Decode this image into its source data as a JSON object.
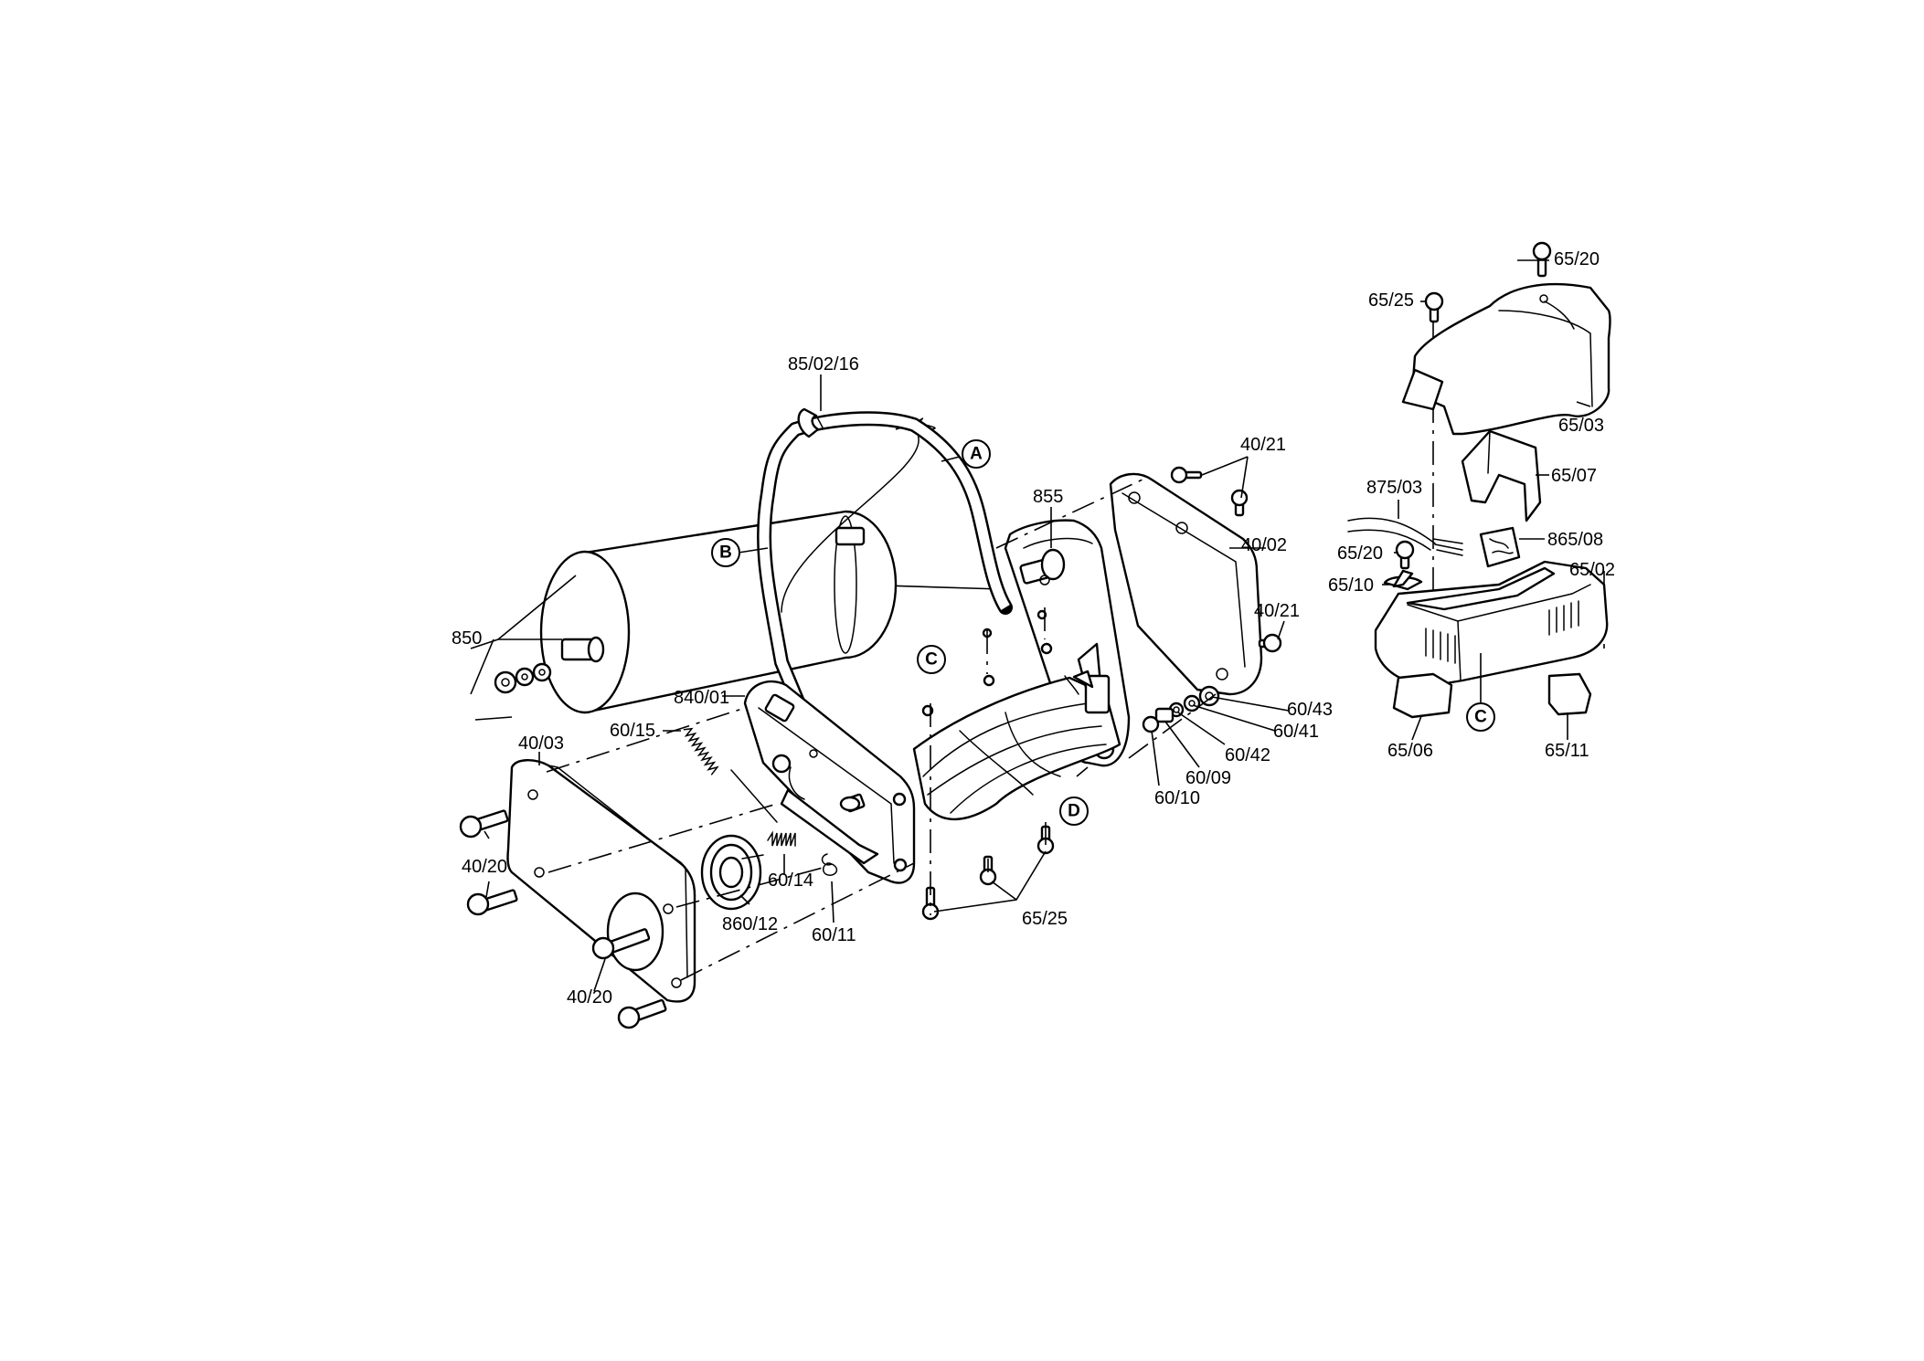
{
  "diagram": {
    "part_labels": {
      "p_85_02_16": "85/02/16",
      "p_850": "850",
      "p_855": "855",
      "p_40_21_top": "40/21",
      "p_40_02": "40/02",
      "p_40_21_right": "40/21",
      "p_840_01": "840/01",
      "p_60_15": "60/15",
      "p_40_03": "40/03",
      "p_40_20_top": "40/20",
      "p_40_20_bottom": "40/20",
      "p_860_12": "860/12",
      "p_60_14": "60/14",
      "p_60_11": "60/11",
      "p_65_25_bottom": "65/25",
      "p_60_43": "60/43",
      "p_60_41": "60/41",
      "p_60_42": "60/42",
      "p_60_09": "60/09",
      "p_60_10": "60/10",
      "p_65_20_top": "65/20",
      "p_65_25_top": "65/25",
      "p_65_03": "65/03",
      "p_65_07": "65/07",
      "p_875_03": "875/03",
      "p_65_20_mid": "65/20",
      "p_865_08": "865/08",
      "p_65_10": "65/10",
      "p_65_02": "65/02",
      "p_65_06": "65/06",
      "p_65_11": "65/11"
    },
    "reference_circles": {
      "A": "A",
      "B": "B",
      "C_left": "C",
      "D": "D",
      "C_right": "C"
    }
  }
}
